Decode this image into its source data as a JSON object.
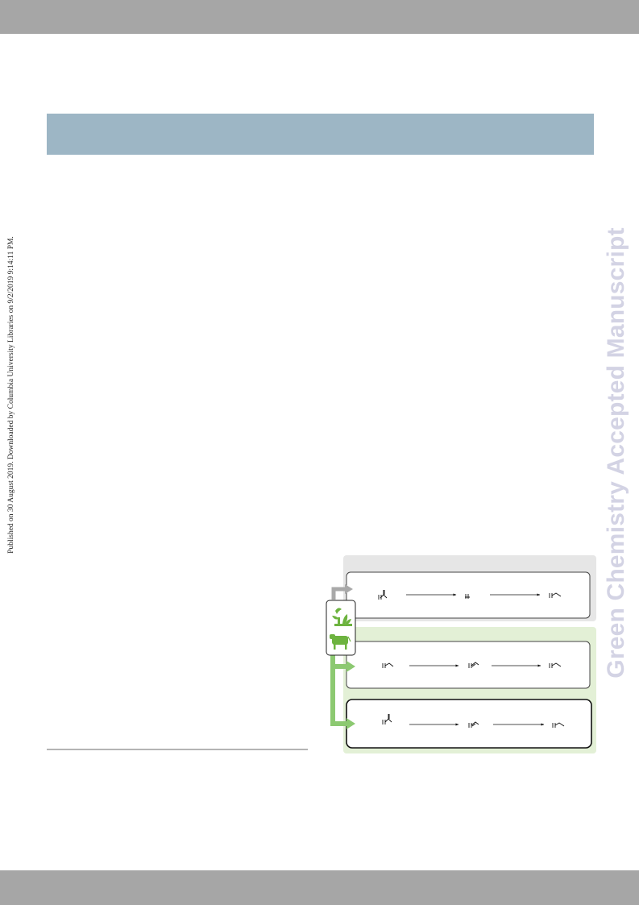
{
  "page": {
    "side_note": "Published on 30 August 2019. Downloaded by Columbia University Libraries on 9/2/2019 9:14:11 PM.",
    "watermark": "Green Chemistry Accepted Manuscript"
  },
  "colors": {
    "header_bar": "#a6a6a6",
    "title_band": "#9db6c5",
    "watermark": "#d3d3e4",
    "gray_panel": "#e6e6e6",
    "green_panel": "#e3f0d6",
    "green_arrow": "#8cc971",
    "gray_arrow": "#a9a9a9",
    "icon_green": "#6db33f"
  },
  "scheme": {
    "icons": [
      "plant-icon",
      "cow-icon"
    ],
    "rows": [
      {
        "name": "route-petrochemical",
        "steps": 3
      },
      {
        "name": "route-bio-1",
        "steps": 3
      },
      {
        "name": "route-bio-2",
        "steps": 3
      }
    ]
  }
}
